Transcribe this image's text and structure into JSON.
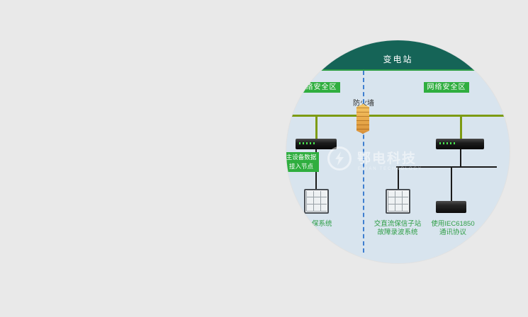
{
  "page": {
    "background_color": "#e9e9e9"
  },
  "diagram": {
    "title": "变电站",
    "zones": {
      "left": "网络安全区",
      "right": "网络安全区"
    },
    "firewall_label": "防火墙",
    "access_node": {
      "line1": "主设备数据",
      "line2": "接入节点"
    },
    "bottom_labels": {
      "left": "保系统",
      "middle_line1": "交直流保信子站",
      "middle_line2": "故障录波系统",
      "right_line1": "使用IEC61850",
      "right_line2": "通讯协议"
    },
    "watermark": {
      "text": "鄂电科技",
      "subtext": "EDIAN TECHNOLOGY"
    },
    "colors": {
      "header_band": "#156457",
      "zone_green": "#2fae3f",
      "network_line_green": "#7d9b13",
      "divider_blue": "#3f7fd0",
      "diagram_background": "#d8e4ee",
      "label_text_green": "#2f9e46",
      "firewall_orange": "#e8a94a"
    }
  }
}
